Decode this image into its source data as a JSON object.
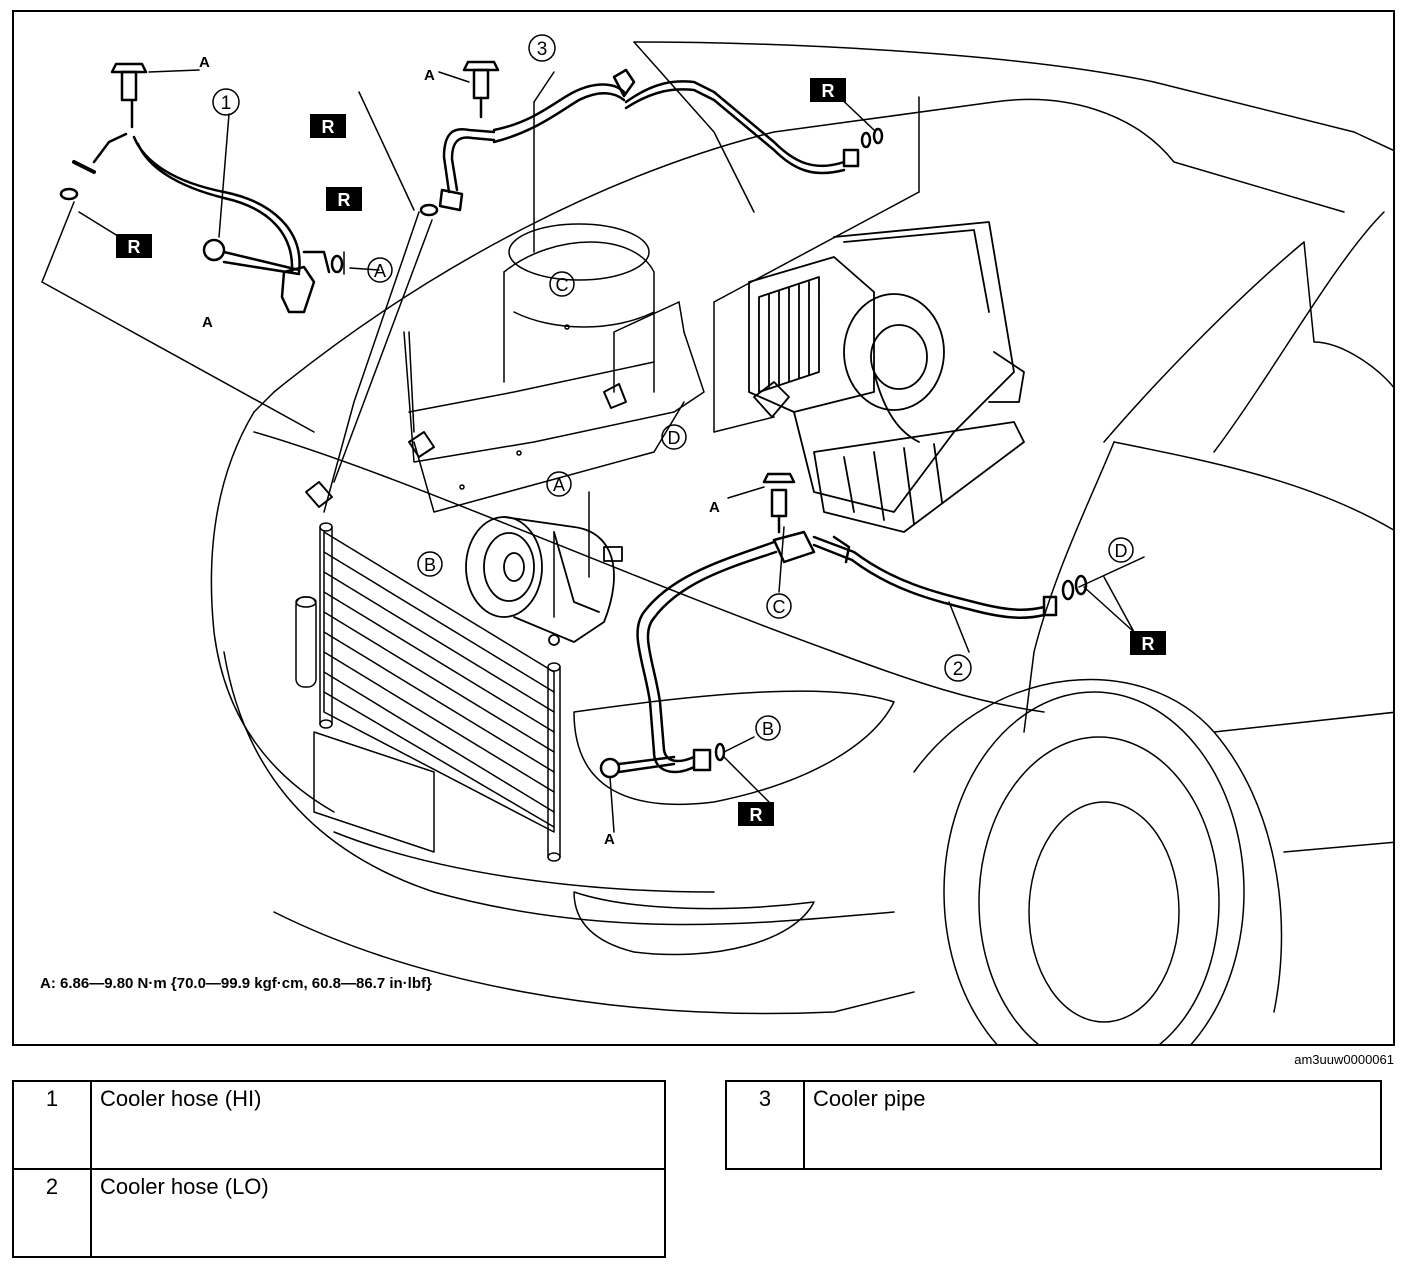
{
  "diagram": {
    "torque_note": "A: 6.86—9.80 N·m {70.0—99.9 kgf·cm, 60.8—86.7 in·lbf}",
    "figure_id": "am3uuw0000061",
    "callouts": {
      "one": "1",
      "two": "2",
      "three": "3",
      "A": "A",
      "B": "B",
      "C": "C",
      "D": "D",
      "R": "R"
    }
  },
  "parts_table": {
    "left": [
      {
        "num": "1",
        "name": "Cooler hose (HI)"
      },
      {
        "num": "2",
        "name": "Cooler hose (LO)"
      }
    ],
    "right": [
      {
        "num": "3",
        "name": "Cooler pipe"
      }
    ]
  }
}
